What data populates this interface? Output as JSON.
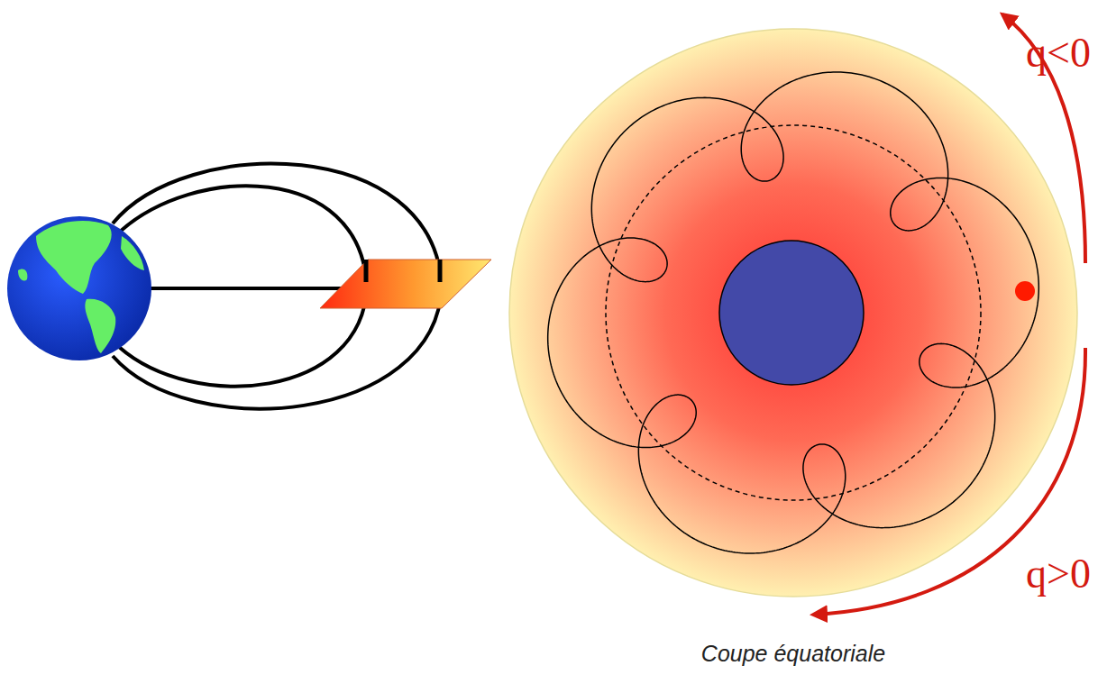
{
  "diagram": {
    "labels": [
      "q<0",
      "q>0",
      "Coupe équatoriale"
    ]
  }
}
